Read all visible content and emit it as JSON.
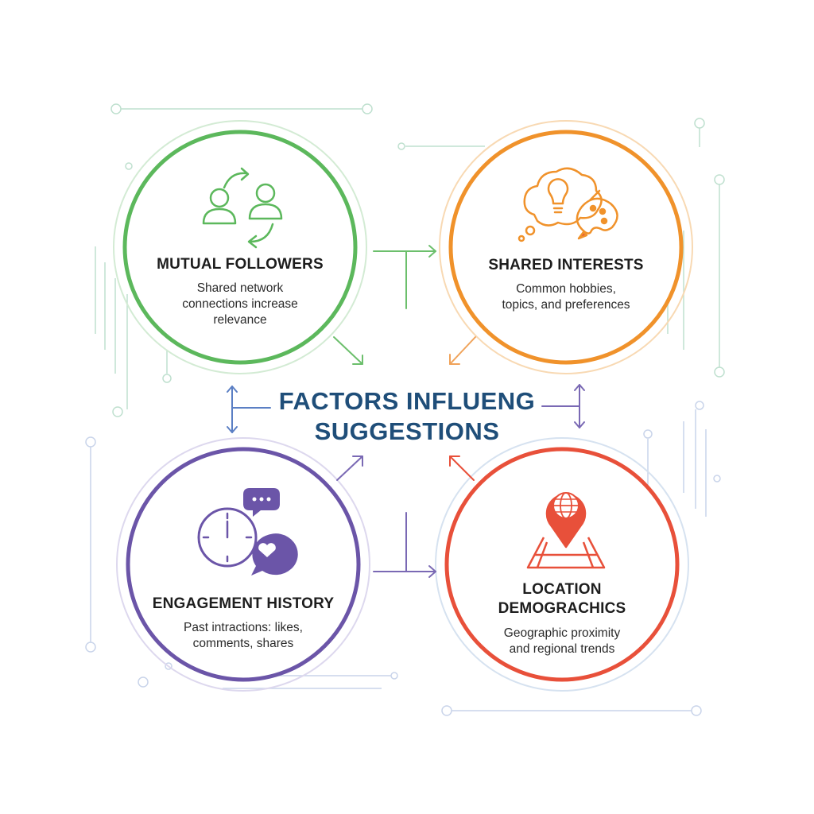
{
  "diagram": {
    "center": {
      "line1": "FACTORS INFLUENG",
      "line2": "SUGGESTIONS",
      "color": "#1f4e79"
    },
    "factors": [
      {
        "id": "mutual-followers",
        "title": "MUTUAL FOLLOWERS",
        "desc_lines": [
          "Shared network",
          "connections increase",
          "relevance"
        ],
        "color": "#5cb85c",
        "icon": "people-exchange-icon"
      },
      {
        "id": "shared-interests",
        "title": "SHARED INTERESTS",
        "desc_lines": [
          "Common hobbies,",
          "topics, and preferences"
        ],
        "color": "#f0922b",
        "icon": "lightbulb-palette-icon"
      },
      {
        "id": "engagement-history",
        "title": "ENGAGEMENT HISTORY",
        "desc_lines": [
          "Past intractions: likes,",
          "comments, shares"
        ],
        "color": "#6b55a8",
        "icon": "clock-chat-heart-icon"
      },
      {
        "id": "location-demographics",
        "title_lines": [
          "LOCATION",
          "DEMOGRACHICS"
        ],
        "desc_lines": [
          "Geographic proximity",
          "and regional trends"
        ],
        "color": "#e8503a",
        "icon": "map-pin-globe-icon"
      }
    ],
    "connector_color": "#5b7fc4"
  }
}
